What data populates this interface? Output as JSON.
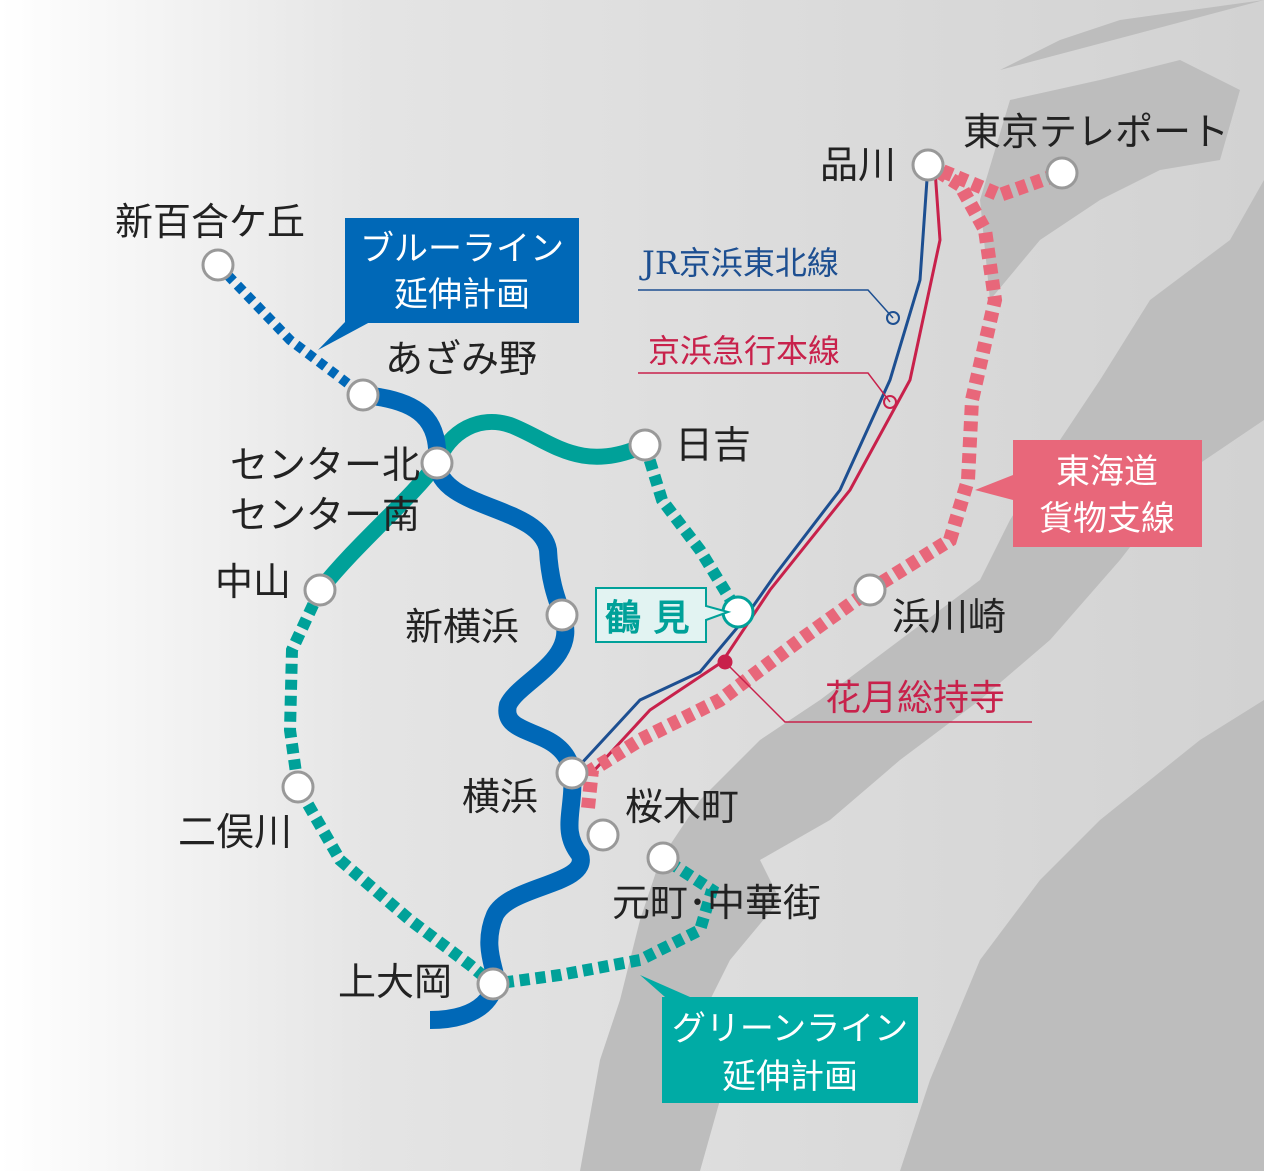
{
  "colors": {
    "blue_line": "#0068b7",
    "green_line": "#00a199",
    "tokaido_freight": "#e8677a",
    "jr_keihin_tohoku": "#1d4f91",
    "keikyu": "#c8214b"
  },
  "stations": {
    "shinyurigaoka": "新百合ケ丘",
    "azamino": "あざみ野",
    "center_kita": "センター北",
    "center_minami": "センター南",
    "hiyoshi": "日吉",
    "nakayama": "中山",
    "shin_yokohama": "新横浜",
    "tsurumi": "鶴 見",
    "futamatagawa": "二俣川",
    "yokohama": "横浜",
    "sakuragicho": "桜木町",
    "motomachi_chukagai": "元町･中華街",
    "kamiooka": "上大岡",
    "shinagawa": "品川",
    "tokyo_teleport": "東京テレポート",
    "hama_kawasaki": "浜川崎",
    "kagetsu_sojiji": "花月総持寺"
  },
  "callouts": {
    "blue_line_ext": [
      "ブルーライン",
      "延伸計画"
    ],
    "green_line_ext": [
      "グリーンライン",
      "延伸計画"
    ],
    "tokaido_freight": [
      "東海道",
      "貨物支線"
    ],
    "jr_line": "JR京浜東北線",
    "keikyu_line": "京浜急行本線"
  }
}
